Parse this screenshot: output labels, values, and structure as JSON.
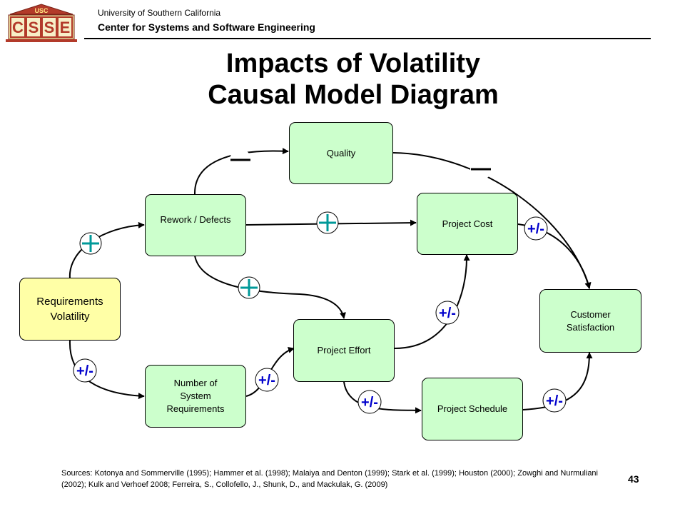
{
  "header": {
    "logo_text": "USC",
    "logo_letters": [
      "C",
      "S",
      "S",
      "E"
    ],
    "university": "University of Southern California",
    "center": "Center for Systems and Software Engineering"
  },
  "title": {
    "line1": "Impacts of Volatility",
    "line2": "Causal Model Diagram"
  },
  "diagram": {
    "nodes": {
      "requirements_volatility": "Requirements Volatility",
      "rework_defects": "Rework / Defects",
      "quality": "Quality",
      "project_cost": "Project Cost",
      "customer_satisfaction": "Customer Satisfaction",
      "project_effort": "Project Effort",
      "number_of_requirements": "Number of System Requirements",
      "project_schedule": "Project Schedule"
    },
    "edge_signs": {
      "plus_minus": "+/-"
    },
    "colors": {
      "node_fill": "#ccffcc",
      "highlight_node_fill": "#ffffa6",
      "plus_color": "#009999",
      "sign_color": "#0000cc"
    }
  },
  "footer": {
    "sources": "Sources: Kotonya and Sommerville (1995); Hammer et al. (1998); Malaiya and Denton (1999); Stark et al. (1999); Houston (2000); Zowghi and Nurmuliani (2002); Kulk and Verhoef 2008; Ferreira, S., Collofello, J., Shunk, D., and Mackulak, G. (2009)",
    "page_number": "43"
  }
}
